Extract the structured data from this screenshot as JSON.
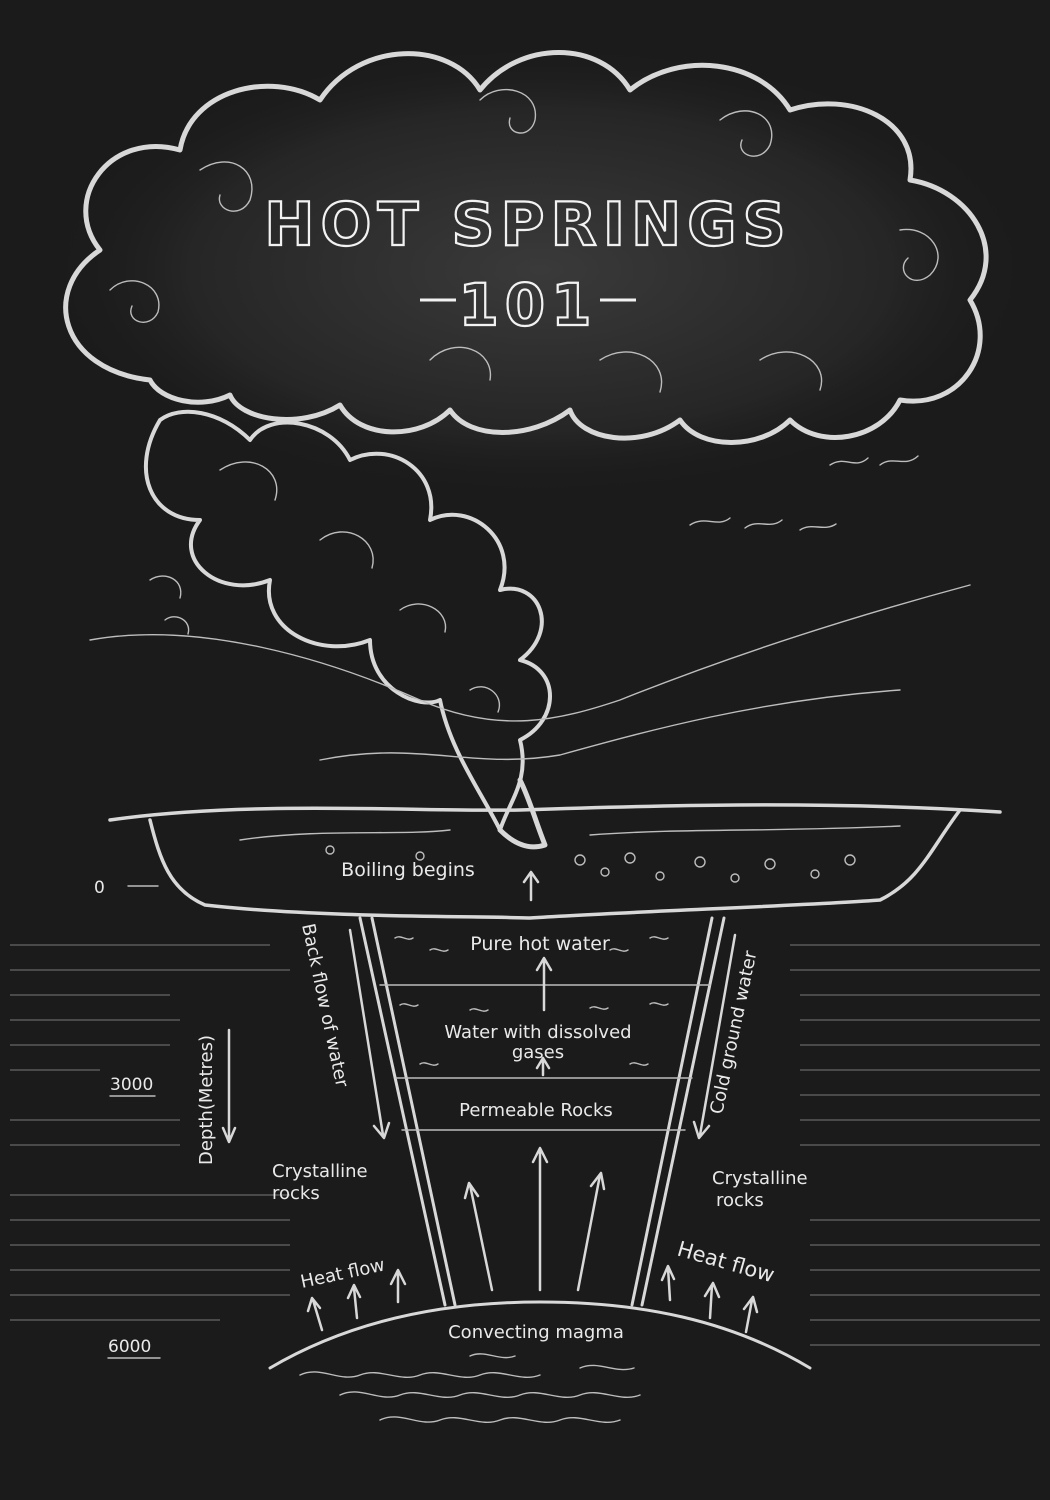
{
  "colors": {
    "background": "#1b1b1b",
    "chalk": "#e9e9e9"
  },
  "title": {
    "line1": "HOT SPRINGS",
    "line2": "101"
  },
  "depth_axis": {
    "label": "Depth(Metres)",
    "ticks": [
      "0",
      "3000",
      "6000"
    ]
  },
  "labels": {
    "boiling": "Boiling begins",
    "pure_water": "Pure hot water",
    "dissolved_line1": "Water with dissolved",
    "dissolved_line2": "gases",
    "permeable": "Permeable Rocks",
    "back_flow": "Back flow of water",
    "cold_ground": "Cold ground water",
    "crystalline_left_1": "Crystalline",
    "crystalline_left_2": "rocks",
    "crystalline_right_1": "Crystalline",
    "crystalline_right_2": "rocks",
    "heat_flow_left": "Heat flow",
    "heat_flow_right": "Heat flow",
    "magma": "Convecting magma"
  },
  "icons": {
    "cloud": "steam-cloud-icon",
    "plume": "steam-plume-icon",
    "arrow": "up-arrow-icon"
  }
}
